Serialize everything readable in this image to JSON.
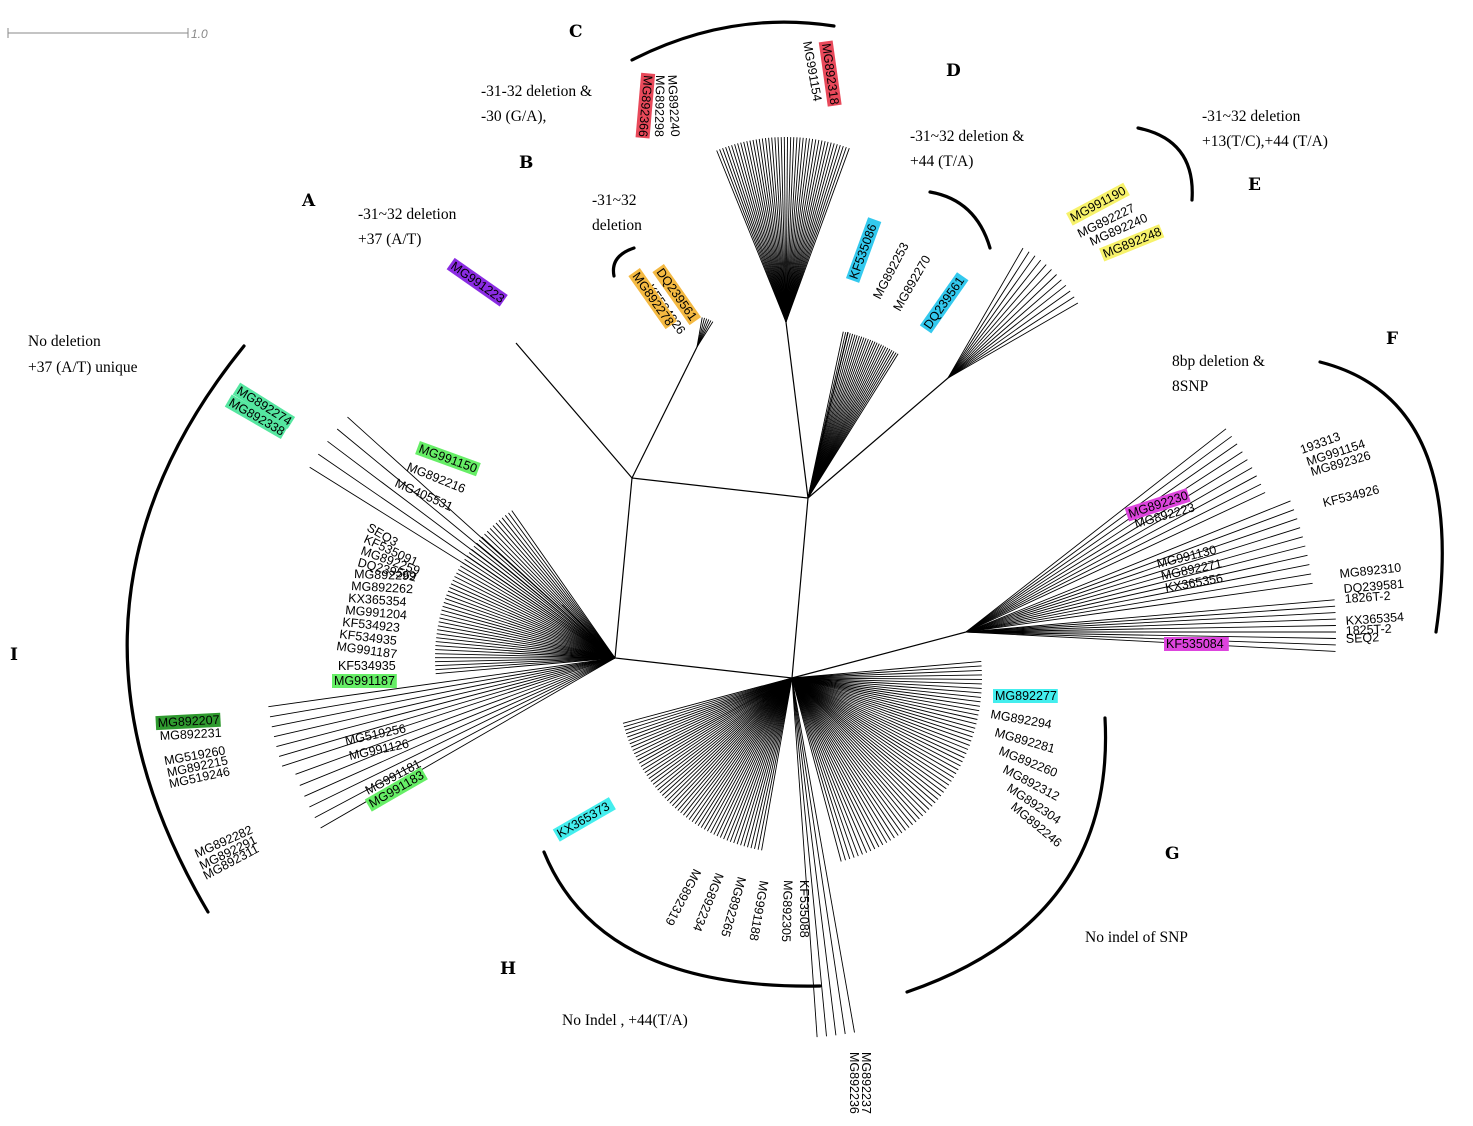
{
  "scale_bar": {
    "label": "1.0"
  },
  "groups": [
    {
      "id": "A",
      "label": "A",
      "annotation": [
        "-31~32 deletion",
        "+37 (A/T)"
      ]
    },
    {
      "id": "B",
      "label": "B",
      "annotation": [
        "-31~32",
        "deletion"
      ]
    },
    {
      "id": "C",
      "label": "C",
      "annotation": [
        "-31-32 deletion &",
        "-30 (G/A),"
      ]
    },
    {
      "id": "D",
      "label": "D",
      "annotation": [
        "-31~32 deletion &",
        "+44 (T/A)"
      ]
    },
    {
      "id": "E",
      "label": "E",
      "annotation": [
        "-31~32 deletion",
        "+13(T/C),+44 (T/A)"
      ]
    },
    {
      "id": "F",
      "label": "F",
      "annotation": [
        "8bp deletion &",
        "8SNP"
      ]
    },
    {
      "id": "G",
      "label": "G",
      "annotation": [
        "No indel of SNP"
      ]
    },
    {
      "id": "H",
      "label": "H",
      "annotation": [
        "No Indel , +44(T/A)"
      ]
    },
    {
      "id": "I",
      "label": "I",
      "annotation": [
        "No deletion",
        "+37 (A/T) unique"
      ]
    }
  ],
  "highlight_colors": {
    "purple": "#8a2be2",
    "orange": "#f4b942",
    "red": "#e8495a",
    "cyan": "#33c9ee",
    "yellow": "#f7f26b",
    "magenta": "#dd44dd",
    "green": "#66ee66",
    "seagreen": "#55e6a0",
    "darkgreen": "#2f9a2f",
    "aqua": "#44eeee"
  },
  "leaves": {
    "A": [
      "MG991223"
    ],
    "B": [
      "DQ239561",
      "KF534926",
      "MG892278"
    ],
    "C": [
      "MG991154",
      "MG892318",
      "MG892366",
      "MG892298",
      "MG892240"
    ],
    "D": [
      "KF535086",
      "DQ239561",
      "MG892253",
      "MG892270"
    ],
    "E": [
      "MG991190",
      "MG892248",
      "MG892227",
      "MG892240"
    ],
    "F": [
      "193313",
      "MG991154",
      "MG892326",
      "KF534926",
      "MG892230",
      "MG892223",
      "MG991130",
      "MG892271",
      "KX365356",
      "MG892310",
      "DQ239581",
      "1826T-2",
      "KX365354",
      "1825T-2",
      "SEQ2",
      "KF535084"
    ],
    "G": [
      "MG892277",
      "MG892294",
      "MG892281",
      "MG892260",
      "MG892312",
      "MG892304",
      "MG892246"
    ],
    "H": [
      "KX365373",
      "KF535088",
      "MG892305",
      "MG991188",
      "MG892265",
      "MG892234",
      "MG892319"
    ],
    "bottom": [
      "MG892236",
      "MG892237"
    ],
    "I": [
      "MG892274",
      "MG892338",
      "MG991150",
      "MG892216",
      "MG405531",
      "SEQ3",
      "KF535091",
      "MG892259",
      "DQ239562",
      "MG892299",
      "MG892262",
      "KX365354",
      "MG991204",
      "KF534923",
      "KF534935",
      "MG991187",
      "MG892207",
      "MG892231",
      "MG519256",
      "MG991126",
      "MG519260",
      "MG892215",
      "MG519246",
      "MG991181",
      "MG991183",
      "MG892282",
      "MG892291",
      "MG892311"
    ]
  }
}
